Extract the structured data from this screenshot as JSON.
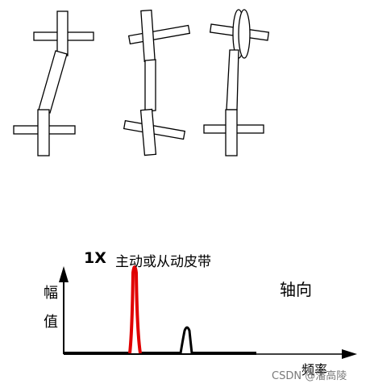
{
  "diagram": {
    "peak_label_x": "1X",
    "peak_label_text": "主动或从动皮带",
    "direction_label": "轴向",
    "y_axis_char_1": "幅",
    "y_axis_char_2": "值",
    "x_axis_label": "频率",
    "watermark": "CSDN @潘高陵"
  },
  "colors": {
    "line": "#000000",
    "highlight": "#e00000",
    "background": "#ffffff"
  }
}
